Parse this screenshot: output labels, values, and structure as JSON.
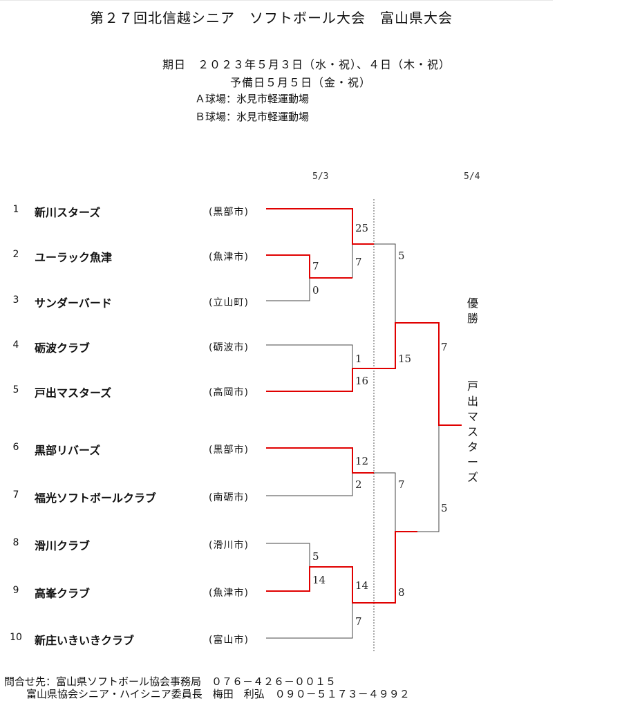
{
  "header": {
    "title": "第２７回北信越シニア　ソフトボール大会　富山県大会",
    "date_line1": "期日　２０２３年５月３日（水・祝）、４日（木・祝）",
    "date_line2": "予備日５月５日（金・祝）",
    "field_a": "Ａ球場：氷見市軽運動場",
    "field_b": "Ｂ球場：氷見市軽運動場"
  },
  "rounds": {
    "day1": "5/3",
    "day2": "5/4"
  },
  "teams": [
    {
      "no": "1",
      "name": "新川スターズ",
      "city": "(黒部市)"
    },
    {
      "no": "2",
      "name": "ユーラック魚津",
      "city": "(魚津市)"
    },
    {
      "no": "3",
      "name": "サンダーバード",
      "city": "(立山町)"
    },
    {
      "no": "4",
      "name": "砺波クラブ",
      "city": "(砺波市)"
    },
    {
      "no": "5",
      "name": "戸出マスターズ",
      "city": "(高岡市)"
    },
    {
      "no": "6",
      "name": "黒部リバーズ",
      "city": "(黒部市)"
    },
    {
      "no": "7",
      "name": "福光ソフトボールクラブ",
      "city": "(南砺市)"
    },
    {
      "no": "8",
      "name": "滑川クラブ",
      "city": "(滑川市)"
    },
    {
      "no": "9",
      "name": "高峯クラブ",
      "city": "(魚津市)"
    },
    {
      "no": "10",
      "name": "新庄いきいきクラブ",
      "city": "(富山市)"
    }
  ],
  "scores": {
    "m2v3_top": "7",
    "m2v3_bot": "0",
    "m1_top": "25",
    "m1_bot": "7",
    "m4v5_top": "1",
    "m4v5_bot": "16",
    "m6v7_top": "12",
    "m6v7_bot": "2",
    "m8v9_top": "5",
    "m8v9_bot": "14",
    "m9v10_top": "14",
    "m9v10_bot": "7",
    "sf1_top": "5",
    "sf1_bot": "15",
    "sf2_top": "7",
    "sf2_bot": "8",
    "final_top": "7",
    "final_bot": "5"
  },
  "result": {
    "winner_label": "優勝",
    "champion": "戸出マスターズ"
  },
  "footer": {
    "line1": "問合せ先：富山県ソフトボール協会事務局　０７６－４２６－００１５",
    "line2": "富山県協会シニア・ハイシニア委員長　梅田　利弘　０９０－５１７３－４９９２"
  },
  "colors": {
    "winner_line": "#e00000",
    "loser_line": "#444444",
    "divider": "#555555"
  }
}
